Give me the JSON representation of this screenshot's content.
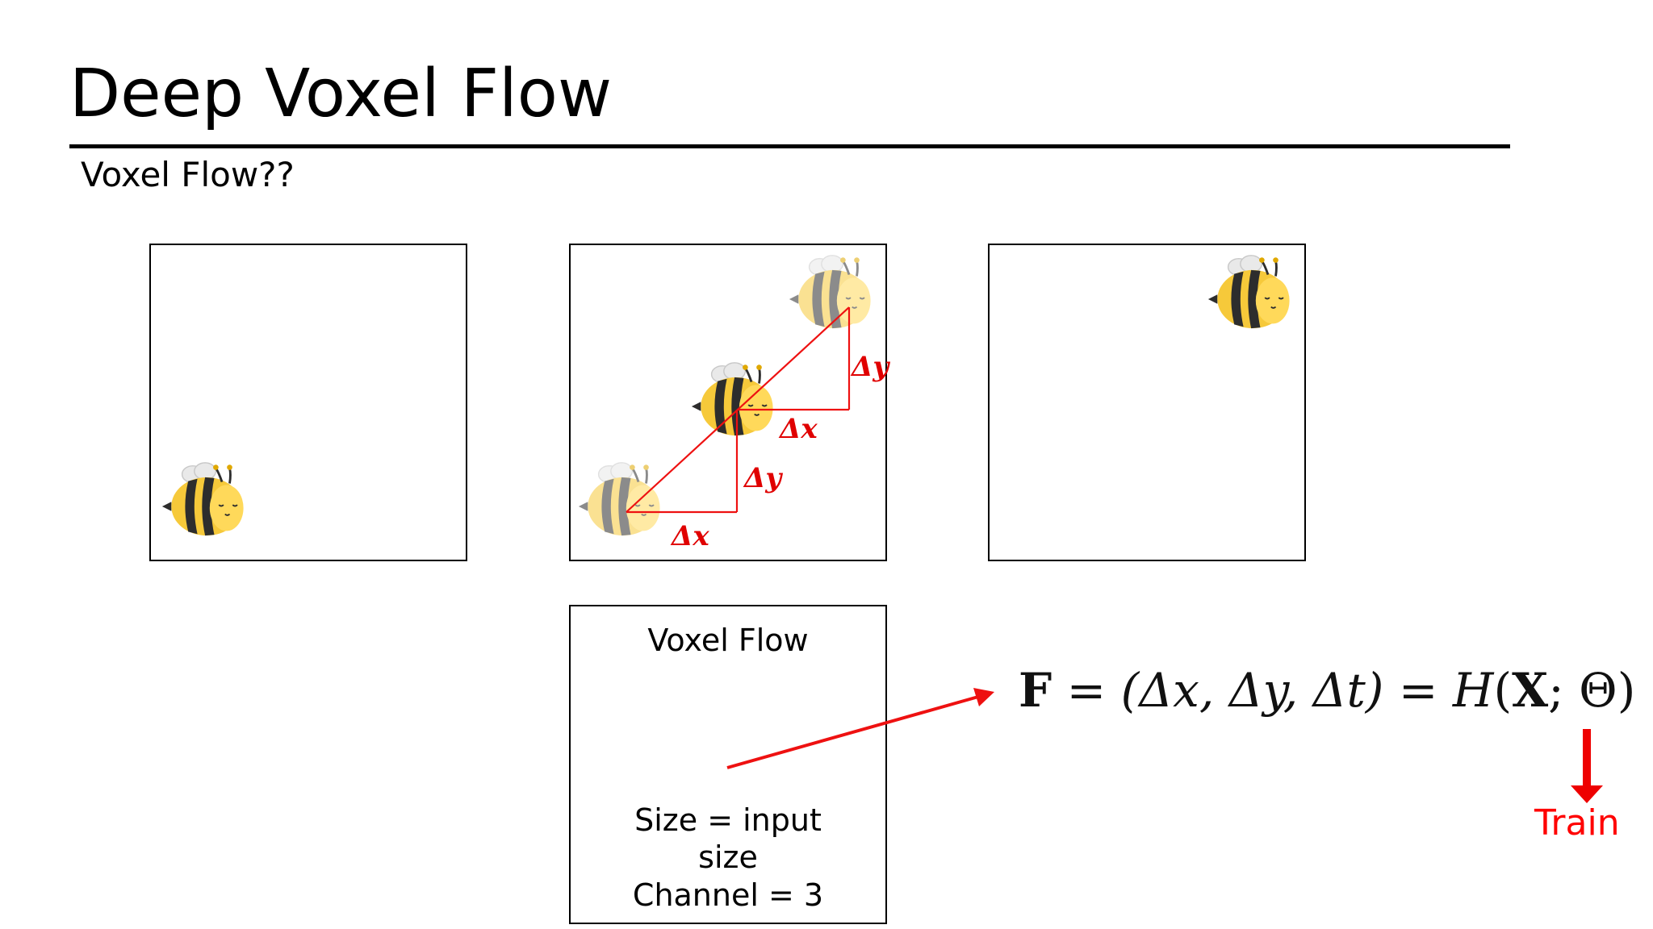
{
  "slide": {
    "title": "Deep Voxel Flow",
    "subtitle": "Voxel Flow??"
  },
  "diagram": {
    "delta_x_label": "Δx",
    "delta_y_label": "Δy",
    "voxel_box": {
      "title": "Voxel Flow",
      "note_line1": "Size = input",
      "note_line2": "size",
      "note_line3": "Channel = 3"
    },
    "formula": {
      "lhs": "F",
      "eq1": "=",
      "tuple": "(Δx, Δy, Δt)",
      "eq2": "=",
      "fn": "H",
      "args_open": "(",
      "arg1": "X",
      "sep": ";",
      "arg2": "Θ",
      "args_close": ")"
    },
    "train_label": "Train",
    "accent_color": "#ff0000"
  }
}
